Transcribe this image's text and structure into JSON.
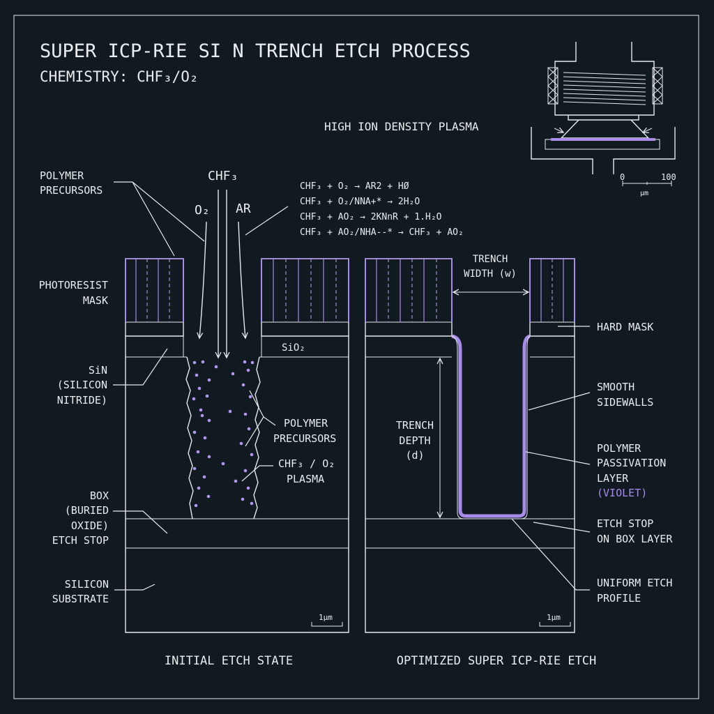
{
  "title": "SUPER ICP-RIE SI N TRENCH ETCH PROCESS",
  "subtitle": "CHEMISTRY: CHF₃/O₂",
  "plasma_label": "HIGH ION DENSITY PLASMA",
  "reactor_scale": {
    "start": "0",
    "end": "100",
    "unit": "μm"
  },
  "gases": {
    "chf3": "CHF₃",
    "o2": "O₂",
    "ar": "AR"
  },
  "reactions": [
    "CHF₃ + O₂ → AR2 + HØ",
    "CHF₃ + O₂/NNA+* → 2H₂O",
    "CHF₃ + AO₂ → 2KNnR + 1.H₂O",
    "CHF₃ + AO₂/NHA--* → CHF₃ + AO₂"
  ],
  "left_labels": {
    "polymer_precursors": [
      "POLYMER",
      "PRECURSORS"
    ],
    "photoresist": [
      "PHOTORESIST",
      "MASK"
    ],
    "sin": [
      "SiN",
      "(SILICON",
      "NITRIDE)"
    ],
    "box": [
      "BOX",
      "(BURIED",
      "OXIDE)",
      "ETCH STOP"
    ],
    "substrate": [
      "SILICON",
      "SUBSTRATE"
    ]
  },
  "center_labels": {
    "sio2": "SiO₂",
    "polymer_precursors": [
      "POLYMER",
      "PRECURSORS"
    ],
    "plasma": [
      "CHF₃ / O₂",
      "PLASMA"
    ]
  },
  "right_labels": {
    "trench_width": [
      "TRENCH",
      "WIDTH (w)"
    ],
    "trench_depth": [
      "TRENCH",
      "DEPTH",
      "(d)"
    ],
    "hard_mask": "HARD MASK",
    "smooth_sidewalls": [
      "SMOOTH",
      "SIDEWALLS"
    ],
    "passivation": [
      "POLYMER",
      "PASSIVATION",
      "LAYER"
    ],
    "passivation_color": "(VIOLET)",
    "etch_stop": [
      "ETCH STOP",
      "ON BOX LAYER"
    ],
    "uniform": [
      "UNIFORM ETCH",
      "PROFILE"
    ]
  },
  "scale_bar": "1μm",
  "captions": {
    "left": "INITIAL ETCH STATE",
    "right": "OPTIMIZED SUPER ICP-RIE ETCH"
  },
  "colors": {
    "background": "#111a21",
    "line": "#e6eaee",
    "accent": "#a98bea"
  }
}
